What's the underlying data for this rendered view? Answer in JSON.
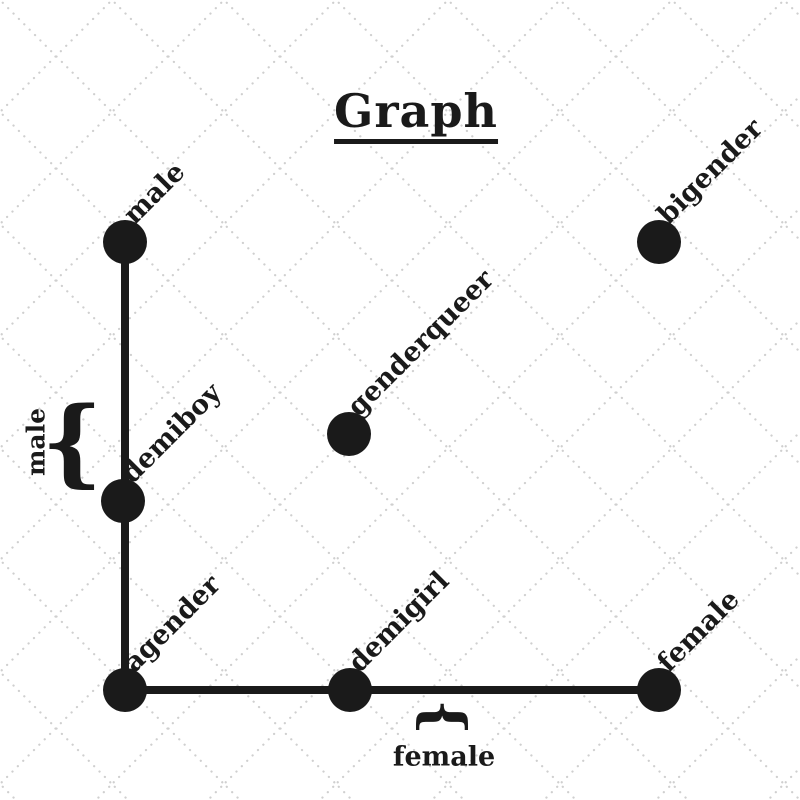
{
  "title": "Graph",
  "colors": {
    "ink": "#1a1a1a",
    "background": "#ffffff",
    "lattice": "#cfcfcf"
  },
  "icons": {
    "left_brace": "{",
    "bottom_brace": "{"
  },
  "diagram": {
    "type": "node-link-graph",
    "nodes": [
      {
        "id": "male",
        "label": "male"
      },
      {
        "id": "bigender",
        "label": "bigender"
      },
      {
        "id": "genderqueer",
        "label": "genderqueer"
      },
      {
        "id": "demiboy",
        "label": "demiboy"
      },
      {
        "id": "agender",
        "label": "agender"
      },
      {
        "id": "demigirl",
        "label": "demigirl"
      },
      {
        "id": "female",
        "label": "female"
      }
    ],
    "edges": [
      {
        "from": "male",
        "to": "demiboy"
      },
      {
        "from": "demiboy",
        "to": "agender"
      },
      {
        "from": "agender",
        "to": "demigirl"
      },
      {
        "from": "demigirl",
        "to": "female"
      }
    ],
    "isolated_nodes": [
      "bigender",
      "genderqueer"
    ],
    "braces": [
      {
        "label": "male",
        "orientation": "left"
      },
      {
        "label": "female",
        "orientation": "bottom"
      }
    ]
  }
}
